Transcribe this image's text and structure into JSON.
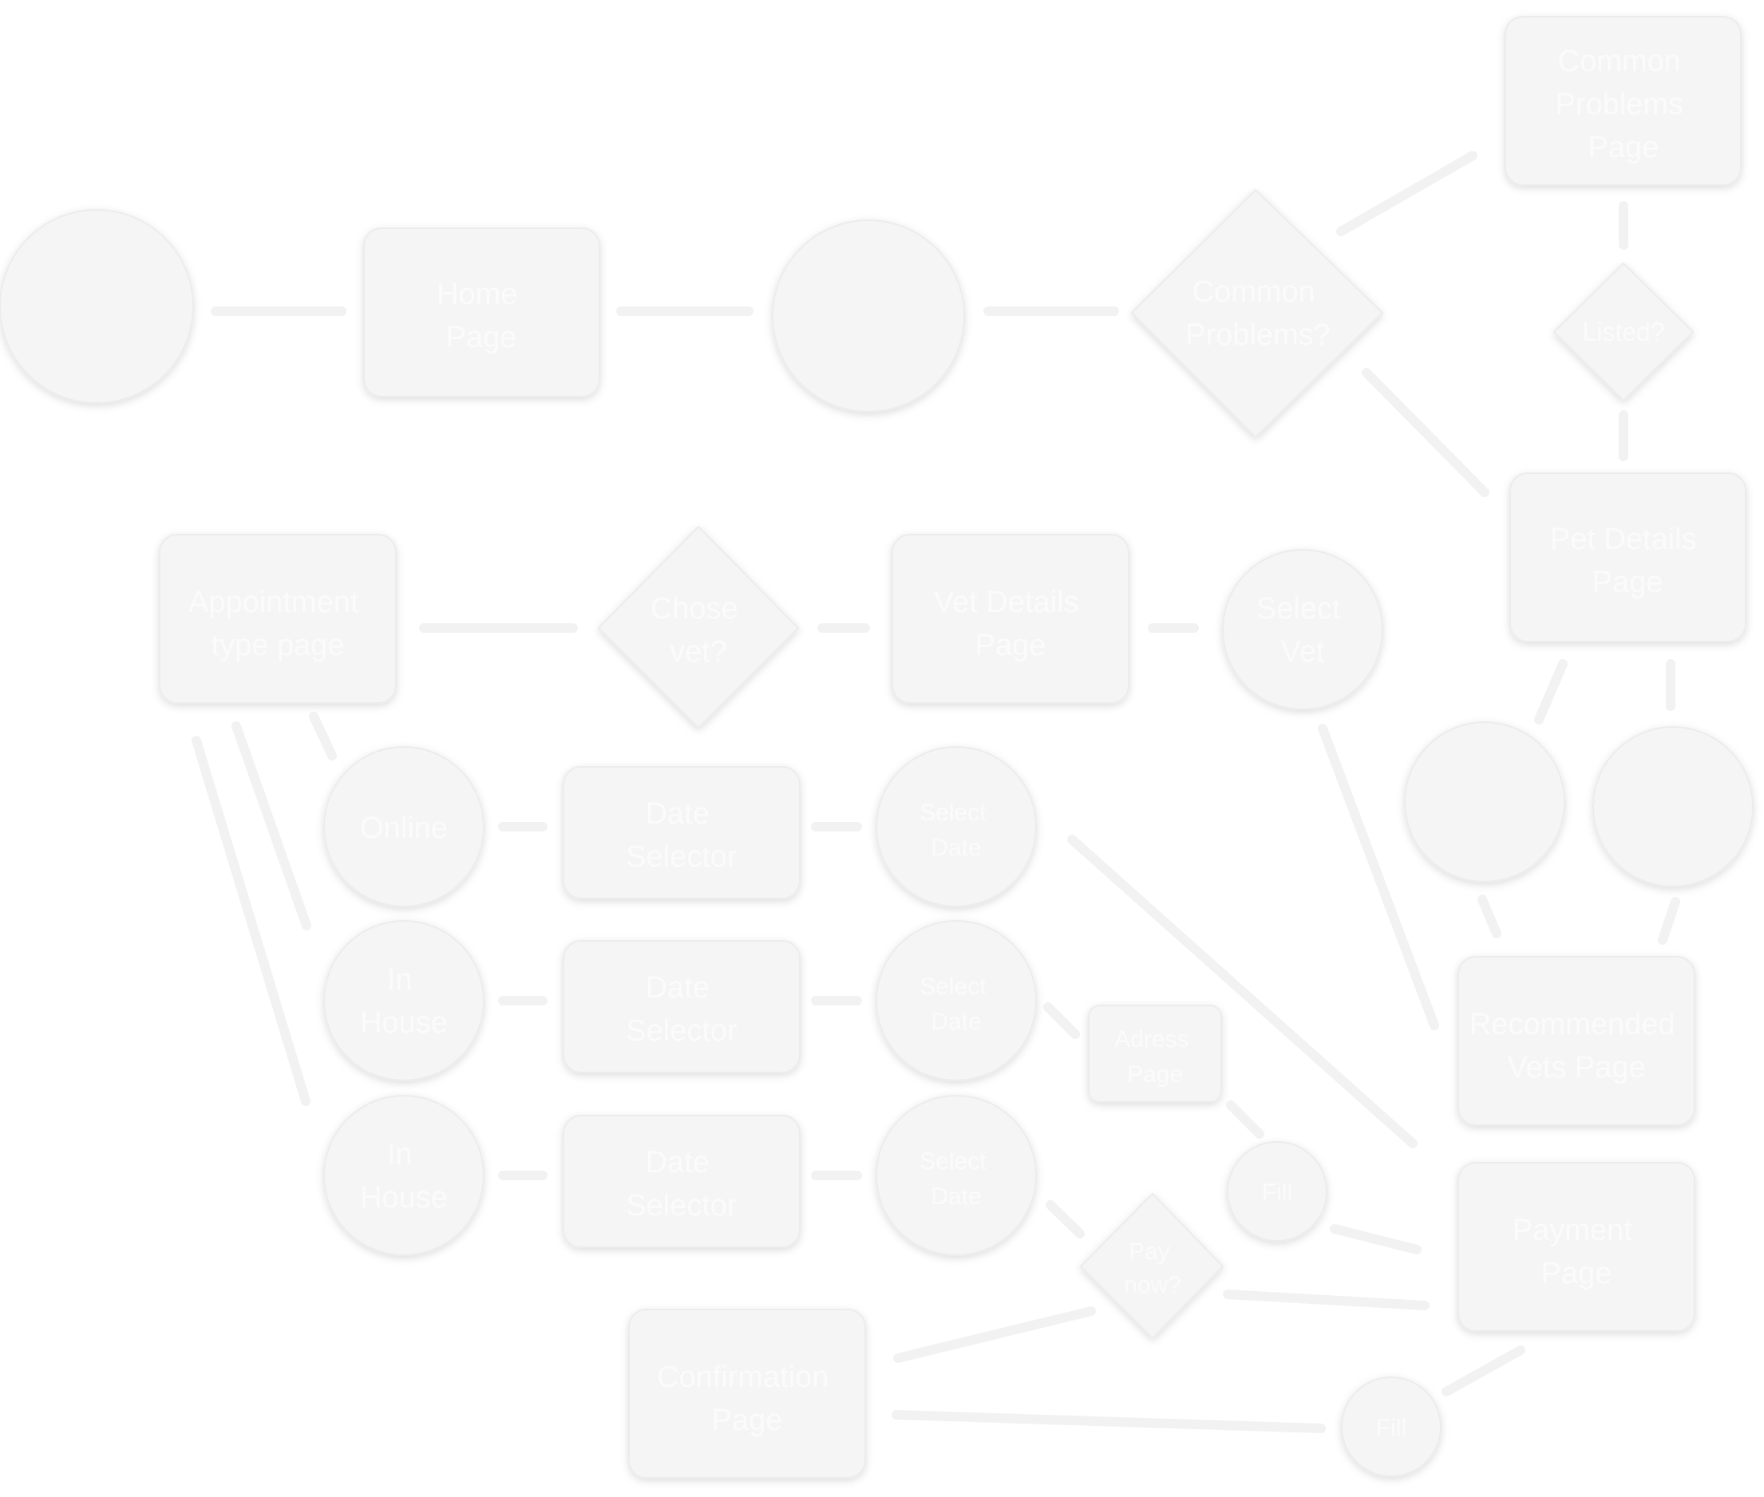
{
  "nodes": {
    "start_circle": [],
    "home_page": [
      "Home",
      "Page"
    ],
    "circle_after_home": [],
    "common_problems_decision": [
      "Common",
      "Problems?"
    ],
    "common_problems_page": [
      "Common",
      "Problems",
      "Page"
    ],
    "listed_decision": [
      "Listed?"
    ],
    "pet_details_page": [
      "Pet Details",
      "Page"
    ],
    "appointment_type_page": [
      "Appointment",
      "type page"
    ],
    "chose_vet_decision": [
      "Chose",
      "vet?"
    ],
    "vet_details_page": [
      "Vet Details",
      "Page"
    ],
    "select_vet": [
      "Select",
      "Vet"
    ],
    "circle_right_a": [],
    "circle_right_b": [],
    "online": [
      "Online"
    ],
    "date_selector_1": [
      "Date",
      "Selector"
    ],
    "select_date_1": [
      "Select",
      "Date"
    ],
    "in_house_1": [
      "In",
      "House"
    ],
    "date_selector_2": [
      "Date",
      "Selector"
    ],
    "select_date_2": [
      "Select",
      "Date"
    ],
    "adress_page": [
      "Adress",
      "Page"
    ],
    "in_house_2": [
      "In",
      "House"
    ],
    "date_selector_3": [
      "Date",
      "Selector"
    ],
    "select_date_3": [
      "Select",
      "Date"
    ],
    "fill_1": [
      "Fill"
    ],
    "pay_now_decision": [
      "Pay",
      "now?"
    ],
    "recommended_vets_page": [
      "Recommended",
      "Vets Page"
    ],
    "payment_page": [
      "Payment",
      "Page"
    ],
    "confirmation_page": [
      "Confirmation",
      "Page"
    ],
    "fill_2": [
      "Fill"
    ]
  },
  "colors": {
    "node_fill": "#f5f5f5",
    "edge": "#f2f2f2",
    "label": "#fbfbfb",
    "background": "#ffffff"
  }
}
